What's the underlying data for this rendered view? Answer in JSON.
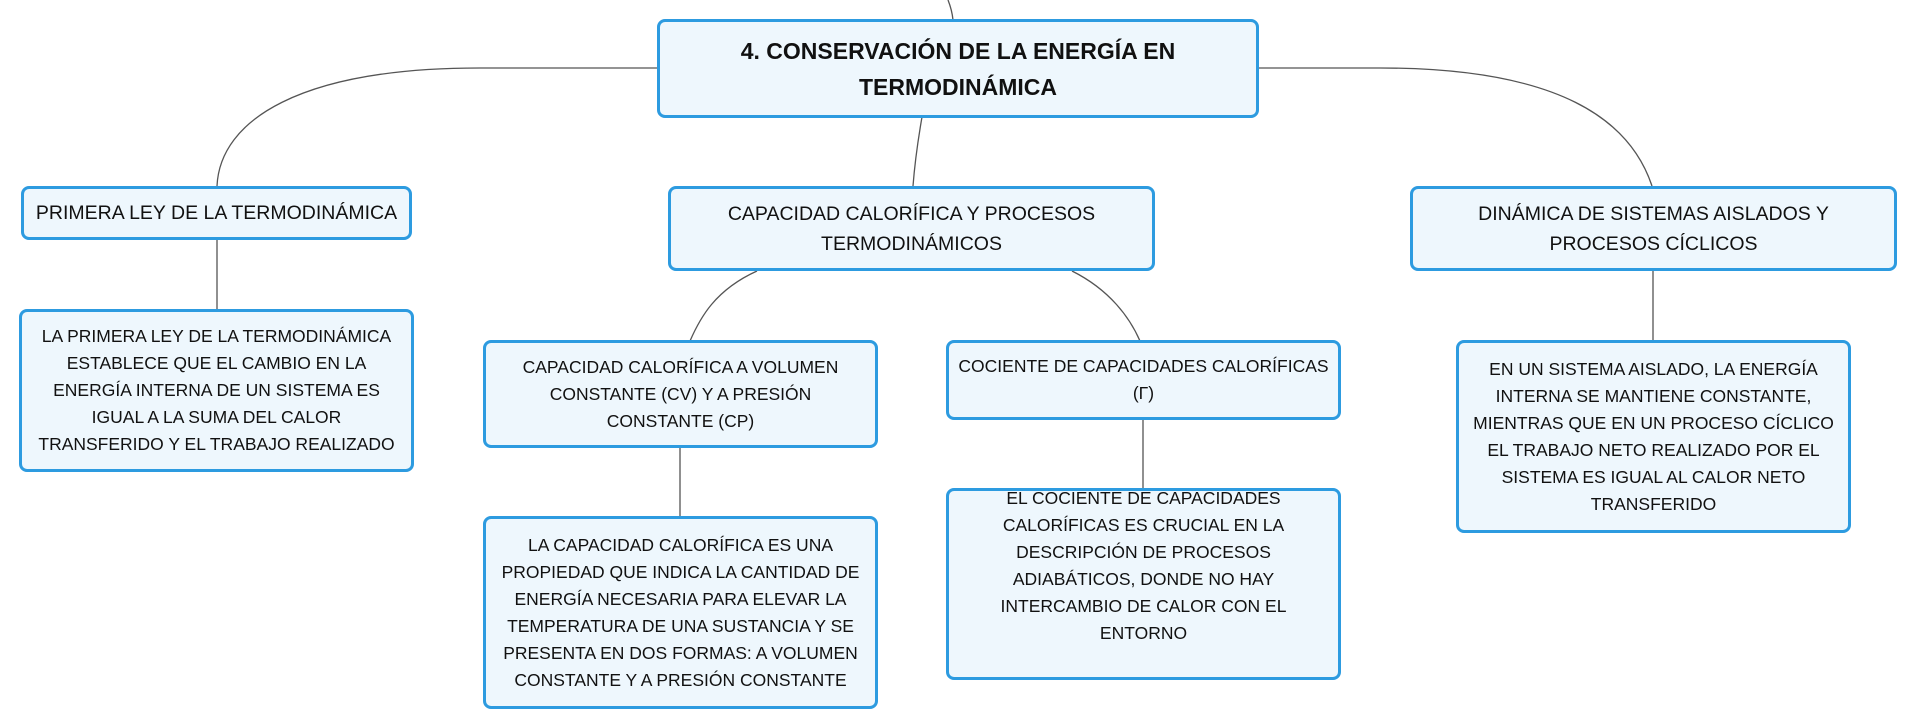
{
  "mindmap": {
    "root": {
      "text": "4. CONSERVACIÓN DE LA ENERGÍA EN TERMODINÁMICA"
    },
    "branches": [
      {
        "text": "PRIMERA LEY DE LA TERMODINÁMICA",
        "children": [
          {
            "text": "LA PRIMERA LEY DE LA TERMODINÁMICA ESTABLECE QUE EL CAMBIO EN LA ENERGÍA INTERNA DE UN SISTEMA ES IGUAL A LA SUMA DEL CALOR TRANSFERIDO Y EL TRABAJO REALIZADO"
          }
        ]
      },
      {
        "text": "CAPACIDAD CALORÍFICA Y PROCESOS TERMODINÁMICOS",
        "children": [
          {
            "text": "CAPACIDAD CALORÍFICA A VOLUMEN CONSTANTE (CV) Y A PRESIÓN CONSTANTE (CP)",
            "children": [
              {
                "text": "LA CAPACIDAD CALORÍFICA ES UNA PROPIEDAD QUE INDICA LA CANTIDAD DE ENERGÍA NECESARIA PARA ELEVAR LA TEMPERATURA DE UNA SUSTANCIA Y SE PRESENTA EN DOS FORMAS: A VOLUMEN CONSTANTE Y A PRESIÓN CONSTANTE"
              }
            ]
          },
          {
            "text": "COCIENTE DE CAPACIDADES CALORÍFICAS (Γ)",
            "children": [
              {
                "text": "EL COCIENTE DE CAPACIDADES CALORÍFICAS ES CRUCIAL EN LA DESCRIPCIÓN DE PROCESOS ADIABÁTICOS, DONDE NO HAY INTERCAMBIO DE CALOR CON EL ENTORNO"
              }
            ]
          }
        ]
      },
      {
        "text": "DINÁMICA DE SISTEMAS AISLADOS Y PROCESOS CÍCLICOS",
        "children": [
          {
            "text": "EN UN SISTEMA AISLADO, LA ENERGÍA INTERNA SE MANTIENE CONSTANTE, MIENTRAS QUE EN UN PROCESO CÍCLICO EL TRABAJO NETO REALIZADO POR EL SISTEMA ES IGUAL AL CALOR NETO TRANSFERIDO"
          }
        ]
      }
    ]
  },
  "colors": {
    "node_fill": "#eef7fd",
    "node_border": "#2d9be0",
    "connector": "#555555",
    "text": "#111111"
  }
}
